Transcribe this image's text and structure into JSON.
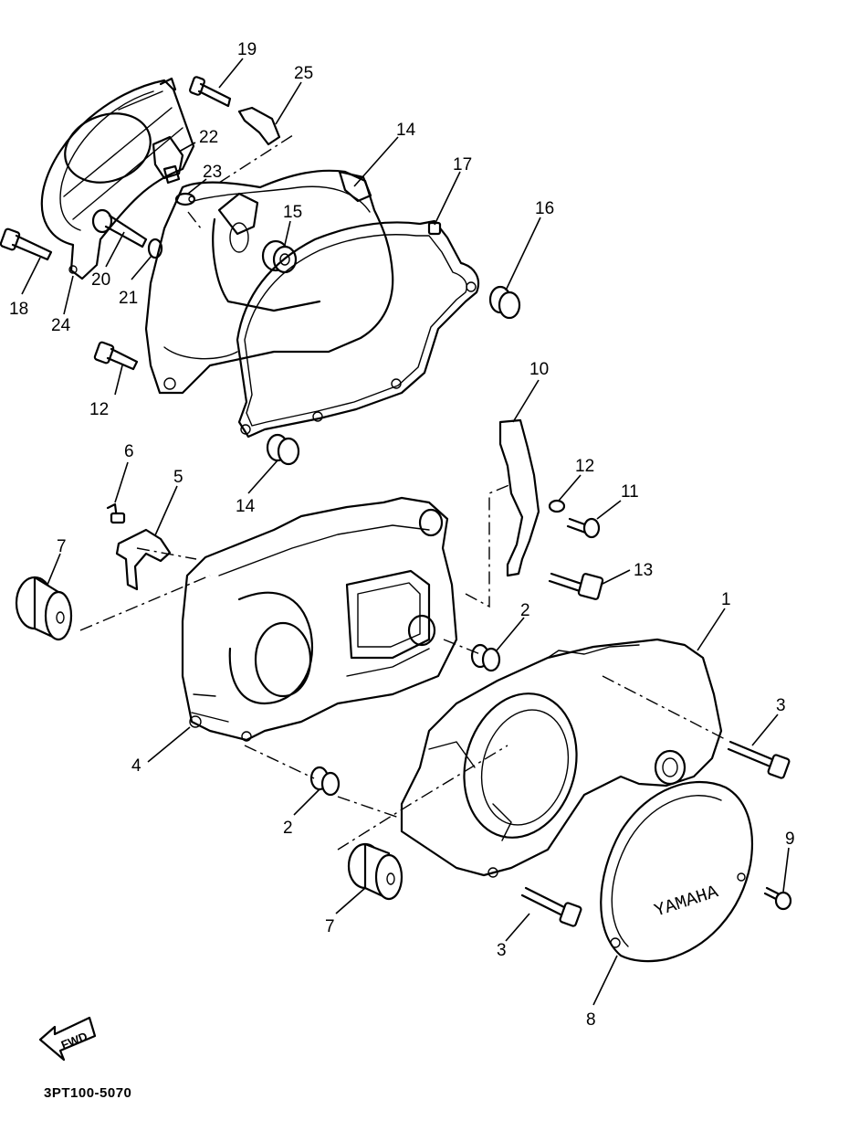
{
  "diagram": {
    "code": "3PT100-5070",
    "fwd_label": "FWD",
    "brand_text": "YAMAHA",
    "callouts": [
      {
        "id": "c1",
        "text": "1"
      },
      {
        "id": "c2a",
        "text": "2"
      },
      {
        "id": "c2b",
        "text": "2"
      },
      {
        "id": "c3a",
        "text": "3"
      },
      {
        "id": "c3b",
        "text": "3"
      },
      {
        "id": "c4",
        "text": "4"
      },
      {
        "id": "c5",
        "text": "5"
      },
      {
        "id": "c6",
        "text": "6"
      },
      {
        "id": "c7a",
        "text": "7"
      },
      {
        "id": "c7b",
        "text": "7"
      },
      {
        "id": "c8",
        "text": "8"
      },
      {
        "id": "c9",
        "text": "9"
      },
      {
        "id": "c10",
        "text": "10"
      },
      {
        "id": "c11",
        "text": "11"
      },
      {
        "id": "c12a",
        "text": "12"
      },
      {
        "id": "c12b",
        "text": "12"
      },
      {
        "id": "c13",
        "text": "13"
      },
      {
        "id": "c14a",
        "text": "14"
      },
      {
        "id": "c14b",
        "text": "14"
      },
      {
        "id": "c15",
        "text": "15"
      },
      {
        "id": "c16",
        "text": "16"
      },
      {
        "id": "c17",
        "text": "17"
      },
      {
        "id": "c18",
        "text": "18"
      },
      {
        "id": "c19",
        "text": "19"
      },
      {
        "id": "c20",
        "text": "20"
      },
      {
        "id": "c21",
        "text": "21"
      },
      {
        "id": "c22",
        "text": "22"
      },
      {
        "id": "c23",
        "text": "23"
      },
      {
        "id": "c24",
        "text": "24"
      },
      {
        "id": "c25",
        "text": "25"
      }
    ]
  }
}
